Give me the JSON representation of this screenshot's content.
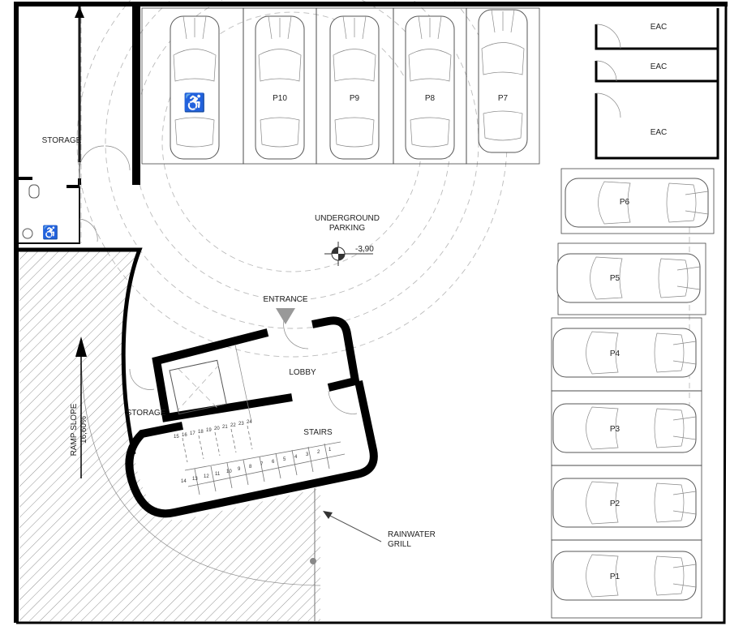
{
  "rooms": {
    "storage": "STORAGE",
    "storage_small": "STORAGE",
    "underground_parking_line1": "UNDERGROUND",
    "underground_parking_line2": "PARKING",
    "level": "-3,90",
    "entrance": "ENTRANCE",
    "lobby": "LOBBY",
    "stairs": "STAIRS",
    "ramp_slope_line1": "RAMP SLOPE",
    "ramp_slope_line2": "16,60%",
    "rainwater_line1": "RAINWATER",
    "rainwater_line2": "GRILL",
    "eac": [
      "EAC",
      "EAC",
      "EAC"
    ]
  },
  "parking_top": [
    "",
    "P10",
    "P9",
    "P8",
    "P7"
  ],
  "parking_right": [
    "P6",
    "P5",
    "P4",
    "P3",
    "P2",
    "P1"
  ],
  "accessible_icon": "wheelchair-icon",
  "stair_numbers_lower": [
    "1",
    "2",
    "3",
    "4",
    "5",
    "6",
    "7",
    "8",
    "9",
    "10",
    "11",
    "12",
    "13",
    "14"
  ],
  "stair_numbers_upper": [
    "15",
    "16",
    "17",
    "18",
    "19",
    "20",
    "21",
    "22",
    "23",
    "24"
  ]
}
